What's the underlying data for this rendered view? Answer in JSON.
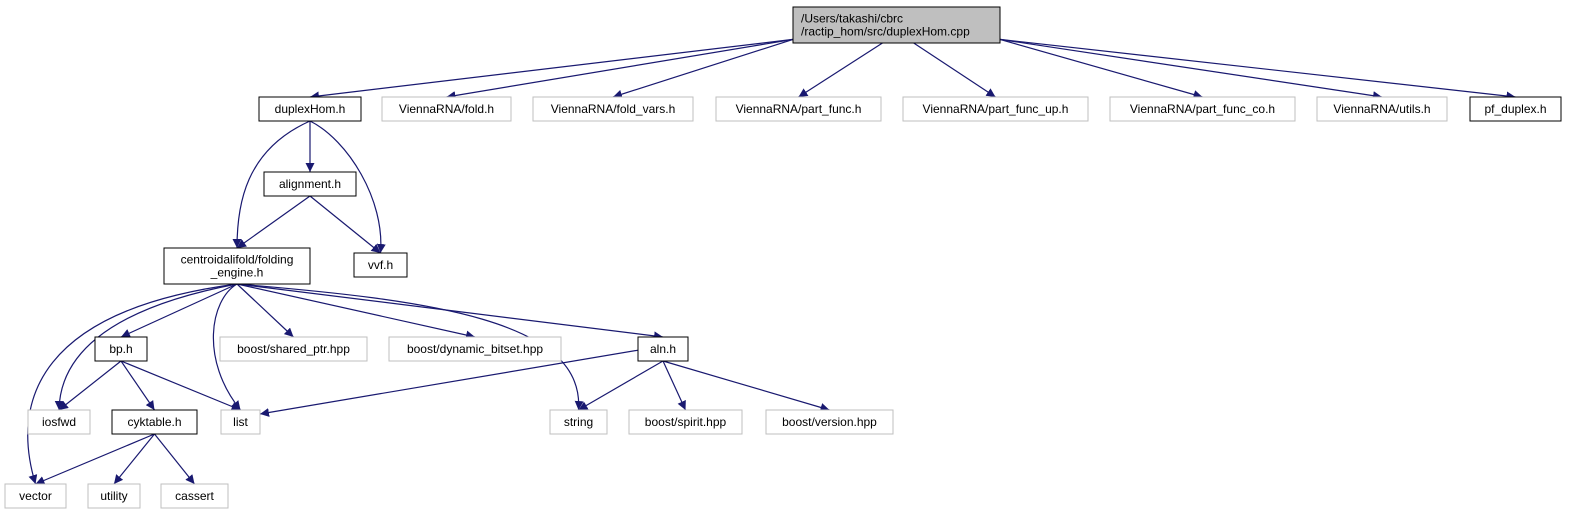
{
  "colors": {
    "edge": "#191970",
    "focus_fill": "#bfbfbf",
    "focus_border": "#000000",
    "local_border": "#000000",
    "external_border": "#bfbfbf",
    "text": "#000000",
    "background": "#ffffff"
  },
  "nodes": [
    {
      "id": "root",
      "kind": "focus",
      "lines": [
        "/Users/takashi/cbrc",
        "/ractip_hom/src/duplexHom.cpp"
      ]
    },
    {
      "id": "duplexhom_h",
      "kind": "local",
      "lines": [
        "duplexHom.h"
      ]
    },
    {
      "id": "fold_h",
      "kind": "external",
      "lines": [
        "ViennaRNA/fold.h"
      ]
    },
    {
      "id": "fold_vars_h",
      "kind": "external",
      "lines": [
        "ViennaRNA/fold_vars.h"
      ]
    },
    {
      "id": "part_func_h",
      "kind": "external",
      "lines": [
        "ViennaRNA/part_func.h"
      ]
    },
    {
      "id": "part_func_up_h",
      "kind": "external",
      "lines": [
        "ViennaRNA/part_func_up.h"
      ]
    },
    {
      "id": "part_func_co_h",
      "kind": "external",
      "lines": [
        "ViennaRNA/part_func_co.h"
      ]
    },
    {
      "id": "utils_h",
      "kind": "external",
      "lines": [
        "ViennaRNA/utils.h"
      ]
    },
    {
      "id": "pf_duplex_h",
      "kind": "local",
      "lines": [
        "pf_duplex.h"
      ]
    },
    {
      "id": "alignment_h",
      "kind": "local",
      "lines": [
        "alignment.h"
      ]
    },
    {
      "id": "vvf_h",
      "kind": "local",
      "lines": [
        "vvf.h"
      ]
    },
    {
      "id": "folding_engine_h",
      "kind": "local",
      "lines": [
        "centroidalifold/folding",
        "_engine.h"
      ]
    },
    {
      "id": "bp_h",
      "kind": "local",
      "lines": [
        "bp.h"
      ]
    },
    {
      "id": "shared_ptr_hpp",
      "kind": "external",
      "lines": [
        "boost/shared_ptr.hpp"
      ]
    },
    {
      "id": "dynamic_bitset_hpp",
      "kind": "external",
      "lines": [
        "boost/dynamic_bitset.hpp"
      ]
    },
    {
      "id": "aln_h",
      "kind": "local",
      "lines": [
        "aln.h"
      ]
    },
    {
      "id": "iosfwd",
      "kind": "external",
      "lines": [
        "iosfwd"
      ]
    },
    {
      "id": "cyktable_h",
      "kind": "local",
      "lines": [
        "cyktable.h"
      ]
    },
    {
      "id": "list",
      "kind": "external",
      "lines": [
        "list"
      ]
    },
    {
      "id": "string",
      "kind": "external",
      "lines": [
        "string"
      ]
    },
    {
      "id": "spirit_hpp",
      "kind": "external",
      "lines": [
        "boost/spirit.hpp"
      ]
    },
    {
      "id": "version_hpp",
      "kind": "external",
      "lines": [
        "boost/version.hpp"
      ]
    },
    {
      "id": "vector",
      "kind": "external",
      "lines": [
        "vector"
      ]
    },
    {
      "id": "utility",
      "kind": "external",
      "lines": [
        "utility"
      ]
    },
    {
      "id": "cassert",
      "kind": "external",
      "lines": [
        "cassert"
      ]
    }
  ],
  "edges": [
    {
      "from": "root",
      "to": "duplexhom_h"
    },
    {
      "from": "root",
      "to": "fold_h"
    },
    {
      "from": "root",
      "to": "fold_vars_h"
    },
    {
      "from": "root",
      "to": "part_func_h"
    },
    {
      "from": "root",
      "to": "part_func_up_h"
    },
    {
      "from": "root",
      "to": "part_func_co_h"
    },
    {
      "from": "root",
      "to": "utils_h"
    },
    {
      "from": "root",
      "to": "pf_duplex_h"
    },
    {
      "from": "duplexhom_h",
      "to": "alignment_h"
    },
    {
      "from": "duplexhom_h",
      "to": "folding_engine_h"
    },
    {
      "from": "duplexhom_h",
      "to": "vvf_h"
    },
    {
      "from": "alignment_h",
      "to": "folding_engine_h"
    },
    {
      "from": "alignment_h",
      "to": "vvf_h"
    },
    {
      "from": "folding_engine_h",
      "to": "bp_h"
    },
    {
      "from": "folding_engine_h",
      "to": "shared_ptr_hpp"
    },
    {
      "from": "folding_engine_h",
      "to": "dynamic_bitset_hpp"
    },
    {
      "from": "folding_engine_h",
      "to": "aln_h"
    },
    {
      "from": "folding_engine_h",
      "to": "iosfwd"
    },
    {
      "from": "folding_engine_h",
      "to": "list"
    },
    {
      "from": "folding_engine_h",
      "to": "string"
    },
    {
      "from": "folding_engine_h",
      "to": "vector"
    },
    {
      "from": "bp_h",
      "to": "iosfwd"
    },
    {
      "from": "bp_h",
      "to": "cyktable_h"
    },
    {
      "from": "bp_h",
      "to": "list"
    },
    {
      "from": "aln_h",
      "to": "list"
    },
    {
      "from": "aln_h",
      "to": "string"
    },
    {
      "from": "aln_h",
      "to": "spirit_hpp"
    },
    {
      "from": "aln_h",
      "to": "version_hpp"
    },
    {
      "from": "cyktable_h",
      "to": "vector"
    },
    {
      "from": "cyktable_h",
      "to": "utility"
    },
    {
      "from": "cyktable_h",
      "to": "cassert"
    }
  ]
}
